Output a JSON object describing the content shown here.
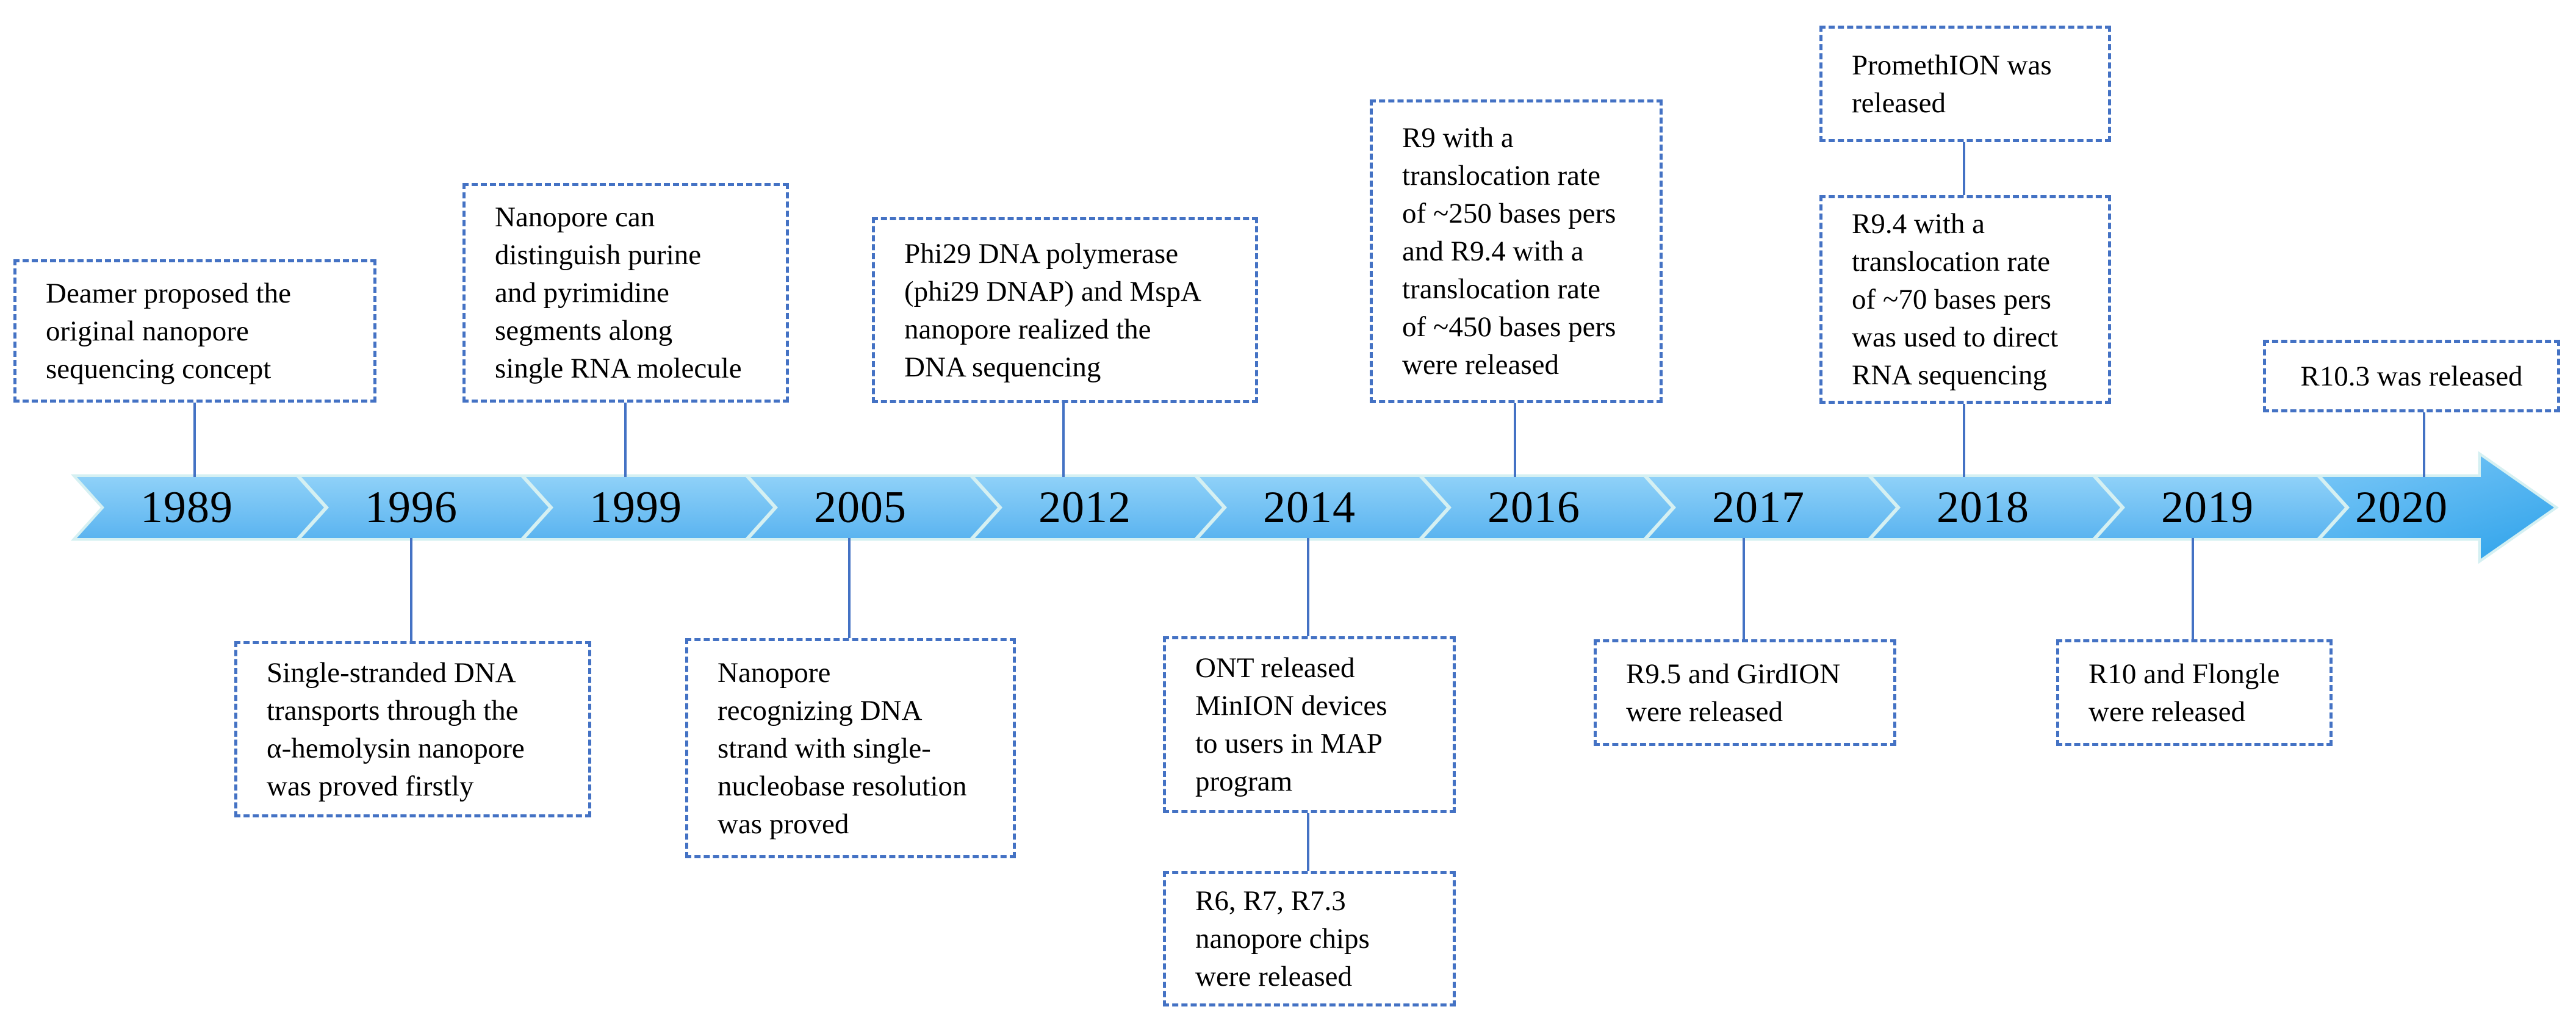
{
  "timeline": {
    "years": [
      "1989",
      "1996",
      "1999",
      "2005",
      "2012",
      "2014",
      "2016",
      "2017",
      "2018",
      "2019",
      "2020"
    ]
  },
  "events": [
    {
      "year": "1989",
      "position": "above",
      "text": "Deamer proposed the\noriginal nanopore\nsequencing concept"
    },
    {
      "year": "1996",
      "position": "below",
      "text": "Single-stranded DNA\ntransports through the\nα-hemolysin nanopore\nwas proved firstly"
    },
    {
      "year": "1999",
      "position": "above",
      "text": "Nanopore can\ndistinguish purine\nand pyrimidine\nsegments along\nsingle RNA molecule"
    },
    {
      "year": "2005",
      "position": "below",
      "text": "Nanopore\nrecognizing DNA\nstrand with single-\nnucleobase resolution\nwas proved"
    },
    {
      "year": "2012",
      "position": "above",
      "text": "Phi29 DNA polymerase\n(phi29 DNAP) and MspA\nnanopore realized the\nDNA sequencing"
    },
    {
      "year": "2014",
      "position": "below-upper",
      "text": "ONT released\nMinION devices\nto users in MAP\nprogram"
    },
    {
      "year": "2014",
      "position": "below-lower",
      "text": "R6, R7, R7.3\nnanopore chips\nwere released"
    },
    {
      "year": "2016",
      "position": "above",
      "text": "R9 with a\ntranslocation rate\nof ~250 bases pers\nand R9.4 with a\ntranslocation rate\nof ~450 bases pers\nwere released"
    },
    {
      "year": "2017",
      "position": "below",
      "text": "R9.5 and GirdION\nwere released"
    },
    {
      "year": "2018",
      "position": "above-upper",
      "text": "PromethION was\nreleased"
    },
    {
      "year": "2018",
      "position": "above-lower",
      "text": "R9.4 with a\ntranslocation rate\nof ~70 bases pers\nwas used to direct\nRNA sequencing"
    },
    {
      "year": "2019",
      "position": "below",
      "text": "R10 and Flongle\nwere released"
    },
    {
      "year": "2020",
      "position": "above",
      "text": "R10.3 was released"
    }
  ],
  "colors": {
    "accent": "#4472C4",
    "chevron-fill-top": "#8FD1F8",
    "chevron-fill-bottom": "#5BB4F0",
    "arrow-fill-top": "#7CC8F7",
    "arrow-fill-bottom": "#38A7EC",
    "chevron-outline": "#D5F0F2",
    "text-color": "#000000"
  }
}
